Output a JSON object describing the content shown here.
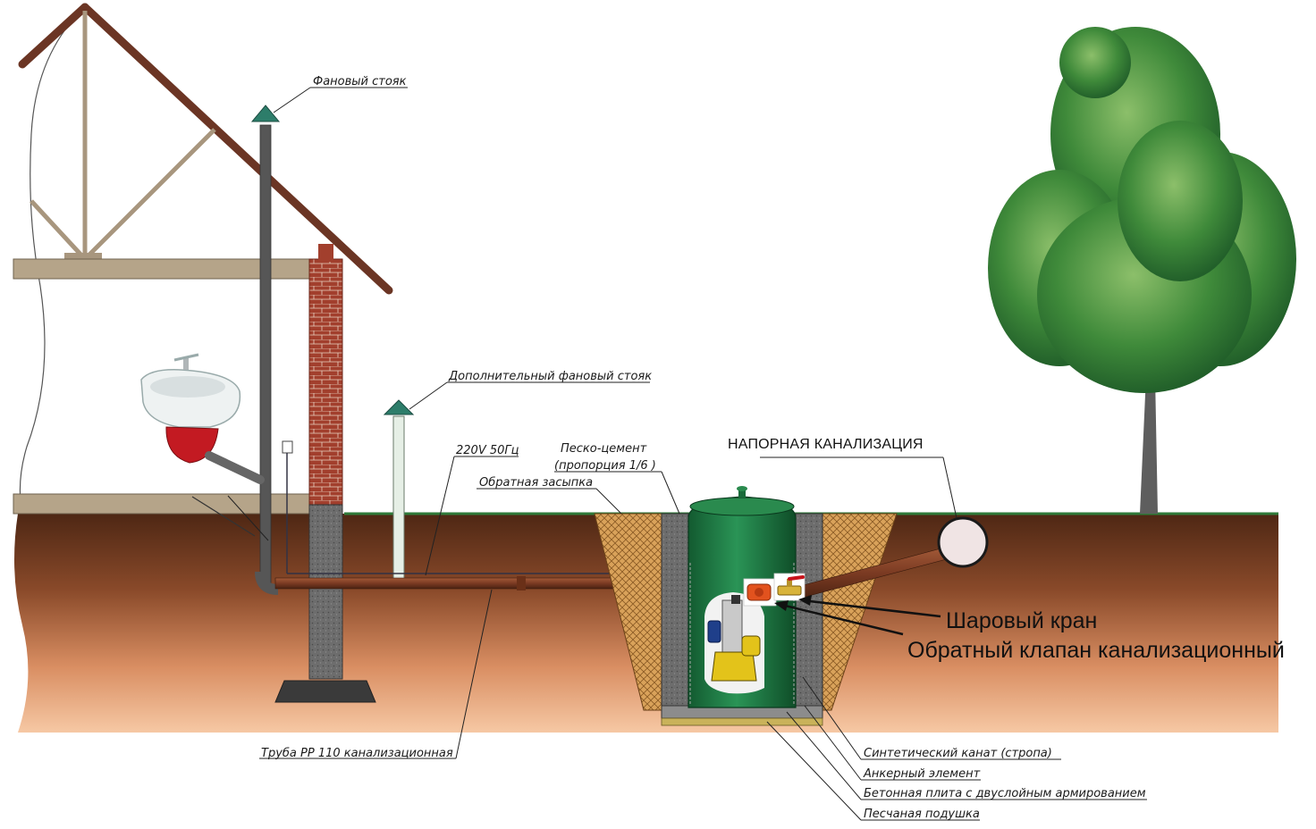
{
  "labels": {
    "vent_stack": "Фановый стояк",
    "extra_vent_stack": "Дополнительный фановый стояк",
    "power": "220V 50Гц",
    "sand_cement_1": "Песко-цемент",
    "sand_cement_2": "(пропорция 1/6 )",
    "backfill": "Обратная засыпка",
    "pressure_sewer": "НАПОРНАЯ КАНАЛИЗАЦИЯ",
    "ball_valve": "Шаровый кран",
    "check_valve": "Обратный клапан канализационный",
    "pipe": "Труба PP 110 канализационная",
    "rope": "Синтетический канат (стропа)",
    "anchor": "Анкерный элемент",
    "slab": "Бетонная плита с двуслойным армированием",
    "sand_cushion": "Песчаная подушка"
  },
  "colors": {
    "tank": "#1e7a43",
    "pipe": "#7a3a22",
    "brick": "#9a3b2a",
    "ground_top": "#5a2e1a",
    "ground_bottom": "#f2b88f",
    "grass": "#2f7a3a",
    "vent_cap": "#2d7d6a"
  },
  "icons": [
    "sink-icon",
    "pump-icon",
    "ball-valve-icon",
    "check-valve-icon",
    "tree-icon"
  ]
}
